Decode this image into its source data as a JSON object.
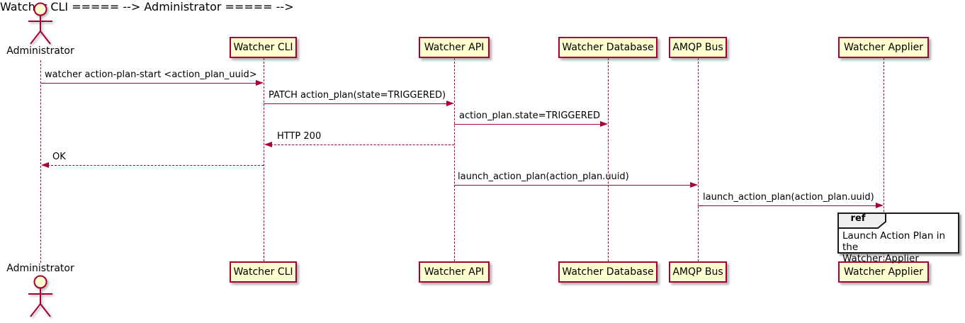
{
  "diagram": {
    "type": "sequence",
    "actor": {
      "name": "Administrator"
    },
    "participants": [
      {
        "label": "Watcher CLI"
      },
      {
        "label": "Watcher API"
      },
      {
        "label": "Watcher Database"
      },
      {
        "label": "AMQP Bus"
      },
      {
        "label": "Watcher Applier"
      }
    ],
    "messages": [
      {
        "from": "Administrator",
        "to": "Watcher CLI",
        "label": "watcher action-plan-start <action_plan_uuid>",
        "style": "solid"
      },
      {
        "from": "Watcher CLI",
        "to": "Watcher API",
        "label": "PATCH action_plan(state=TRIGGERED)",
        "style": "solid"
      },
      {
        "from": "Watcher API",
        "to": "Watcher Database",
        "label": "action_plan.state=TRIGGERED",
        "style": "solid"
      },
      {
        "from": "Watcher API",
        "to": "Watcher CLI",
        "label": "HTTP 200",
        "style": "dashed-return"
      },
      {
        "from": "Watcher CLI",
        "to": "Administrator",
        "label": "OK",
        "style": "dashed-return"
      },
      {
        "from": "Watcher API",
        "to": "AMQP Bus",
        "label": "launch_action_plan(action_plan.uuid)",
        "style": "solid"
      },
      {
        "from": "AMQP Bus",
        "to": "Watcher Applier",
        "label": "launch_action_plan(action_plan.uuid)",
        "style": "solid"
      }
    ],
    "ref": {
      "keyword": "ref",
      "over": "Watcher Applier",
      "lines": {
        "0": "Launch Action Plan in the",
        "1": "Watcher Applier"
      }
    },
    "colors": {
      "participant_fill": "#FEFECE",
      "stroke": "#A80036",
      "text": "#000000",
      "ref_tab_fill": "#EEEEEE",
      "ref_border": "#1A1A1A",
      "background": "#FFFFFF"
    }
  }
}
